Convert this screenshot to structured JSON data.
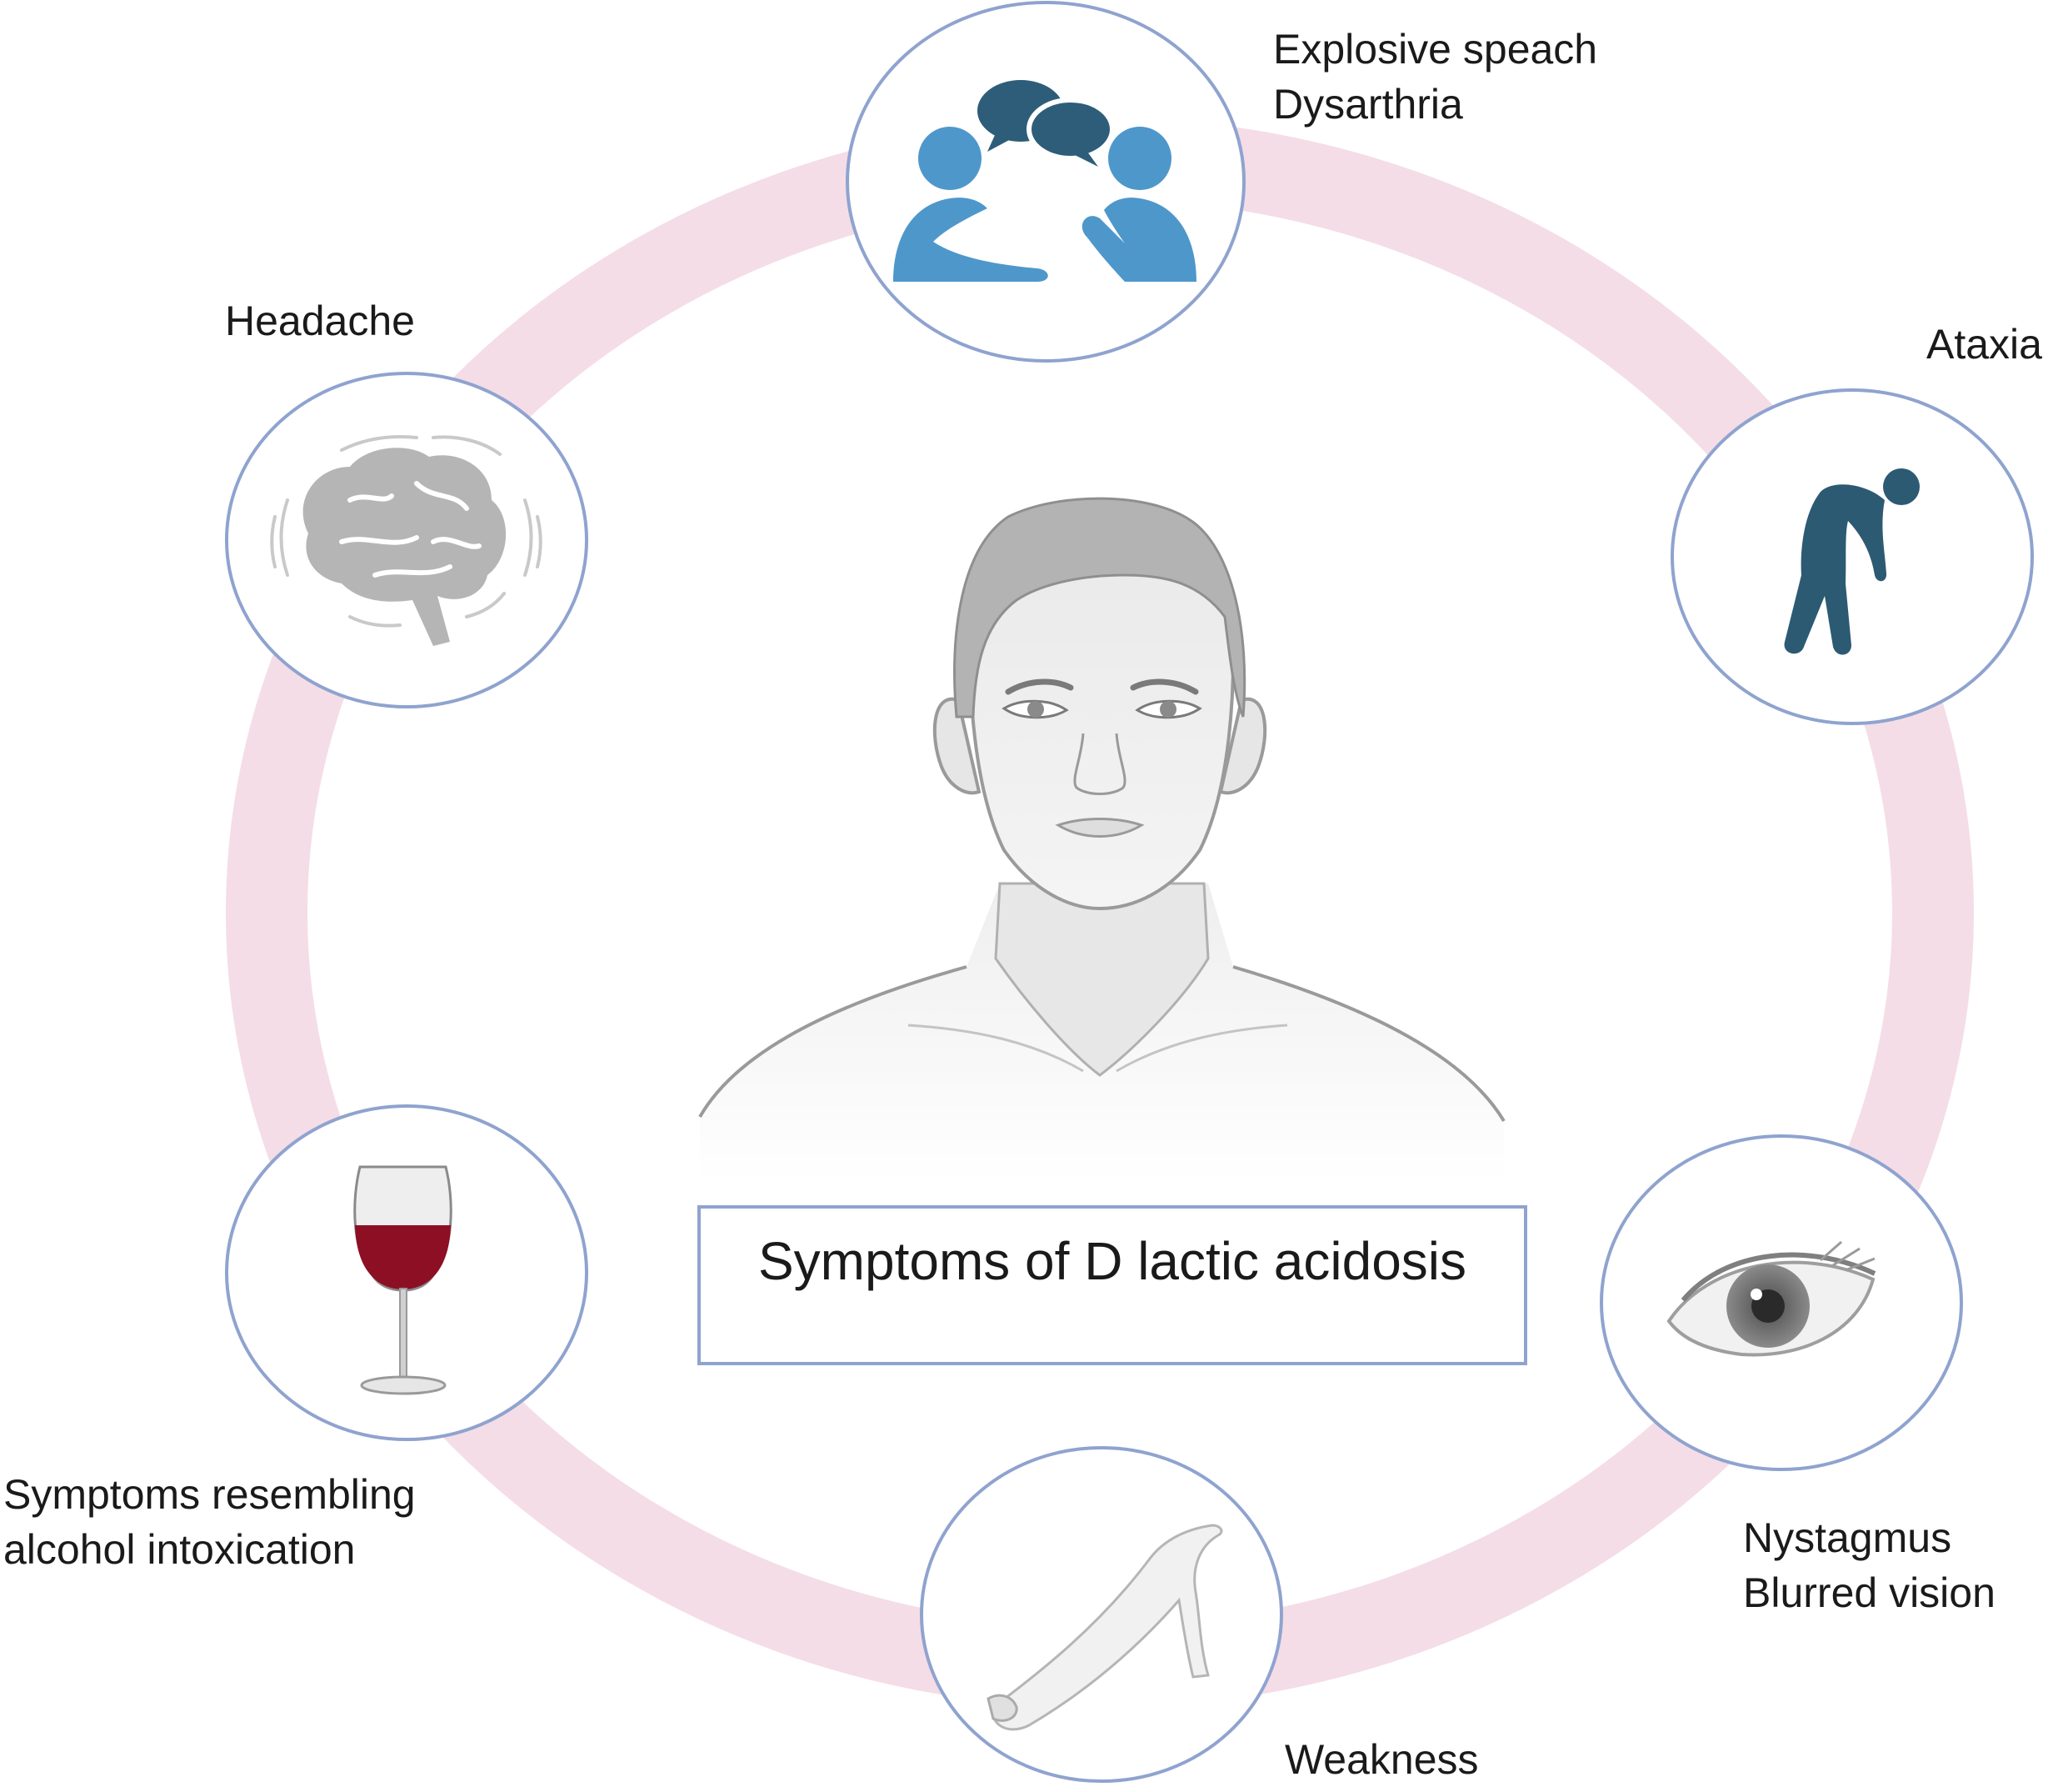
{
  "title": "Symptoms of D lactic acidosis",
  "symptoms": [
    {
      "icon": "speech-bubbles-people-icon",
      "lines": [
        "Explosive speach",
        "Dysarthria"
      ]
    },
    {
      "icon": "ataxia-figure-icon",
      "lines": [
        "Ataxia"
      ]
    },
    {
      "icon": "eye-icon",
      "lines": [
        "Nystagmus",
        "Blurred vision"
      ]
    },
    {
      "icon": "arm-icon",
      "lines": [
        "Weakness"
      ]
    },
    {
      "icon": "wine-glass-icon",
      "lines": [
        "Symptoms resembling",
        "alcohol intoxication"
      ]
    },
    {
      "icon": "brain-icon",
      "lines": [
        "Headache"
      ]
    }
  ],
  "colors": {
    "ring": "#f4dde7",
    "circle_border": "#8fa3cf",
    "speech_blue": "#4e97cb",
    "speech_dark": "#2e5d79",
    "ataxia": "#2c5a73",
    "brain": "#b5b5b5",
    "wine": "#8d0f24"
  }
}
